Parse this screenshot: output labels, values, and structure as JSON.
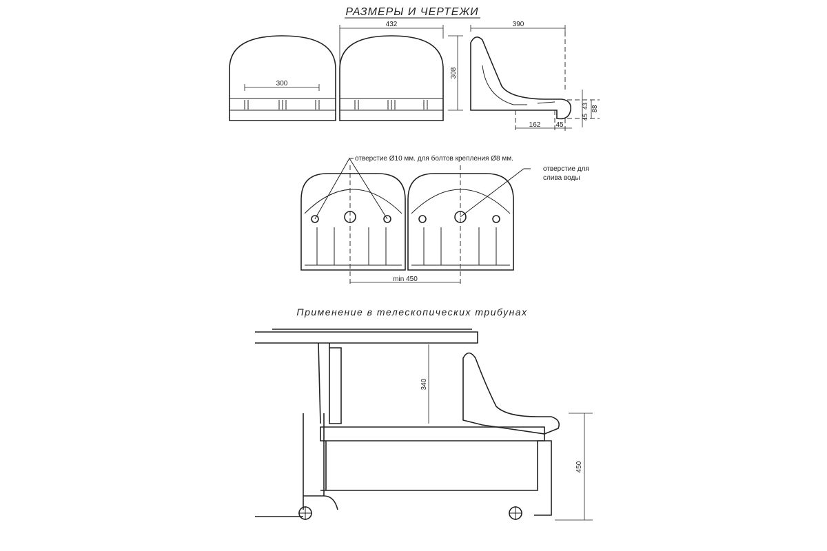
{
  "title": "РАЗМЕРЫ И ЧЕРТЕЖИ",
  "top_view": {
    "dim_seat_inner": "300",
    "dim_seat_width": "432",
    "dim_seat_height": "308",
    "dim_side_depth": "390",
    "dim_162": "162",
    "dim_45_bottom": "45",
    "dim_43": "43",
    "dim_45_side": "45",
    "dim_88": "88"
  },
  "mount_view": {
    "bolt_hole_note": "отверстие Ø10 мм. для болтов крепления Ø8 мм.",
    "drain_note_line1": "отверстие для",
    "drain_note_line2": "слива воды",
    "dim_min_spacing": "min 450"
  },
  "subtitle": "Применение в телескопических трибунах",
  "telescopic_view": {
    "dim_340": "340",
    "dim_450": "450"
  }
}
